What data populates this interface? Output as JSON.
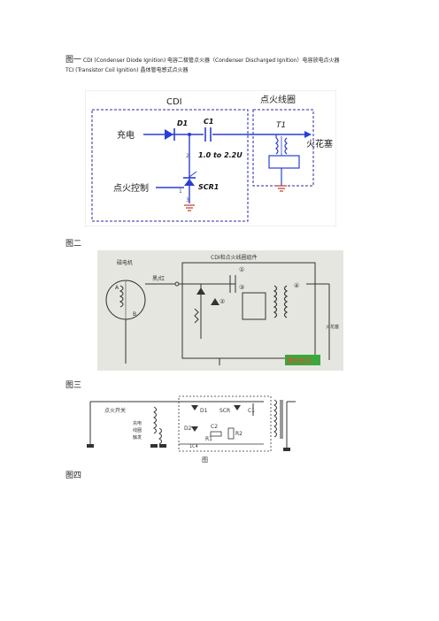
{
  "heading": {
    "fig1_prefix": "图一",
    "line1_rest": " CDI (Condenser Diode Ignition)  电容二极管点火器（Condenser Discharged Ignition）电容放电点火器",
    "line2": "TCI (Transistor Coil Ignition)  晶体管电感式点火器"
  },
  "fig1": {
    "cdi_label": "CDI",
    "coil_label": "点火线圈",
    "charge_label": "充电",
    "d1": "D1",
    "c1": "C1",
    "cap_value": "1.0 to 2.2U",
    "t1": "T1",
    "plug_label": "火花塞",
    "ctrl_label": "点火控制",
    "scr1": "SCR1",
    "num_2": "2",
    "num_1": "1",
    "num_3": "3"
  },
  "fig2": {
    "label": "图二",
    "title": "CDI和点火线圈组件",
    "magneto": "磁电机",
    "wire": "黑/红",
    "a": "A",
    "b": "B",
    "n1": "①",
    "n2": "②",
    "n3": "③",
    "n4": "④",
    "plug": "火花塞",
    "watermark": "摩托社区"
  },
  "fig3": {
    "label": "图三",
    "switch": "点火开关",
    "coil_col": "充电\n线圈\n触发",
    "l1": "充电",
    "l2": "线圈",
    "l3": "触发",
    "d1": "D1",
    "d2": "D2",
    "scr": "SCR",
    "c1": "C1",
    "c2": "C2",
    "r1": "R1",
    "r2": "R2",
    "c4": "1C4",
    "caption": "图"
  },
  "fig4": {
    "label": "图四"
  }
}
